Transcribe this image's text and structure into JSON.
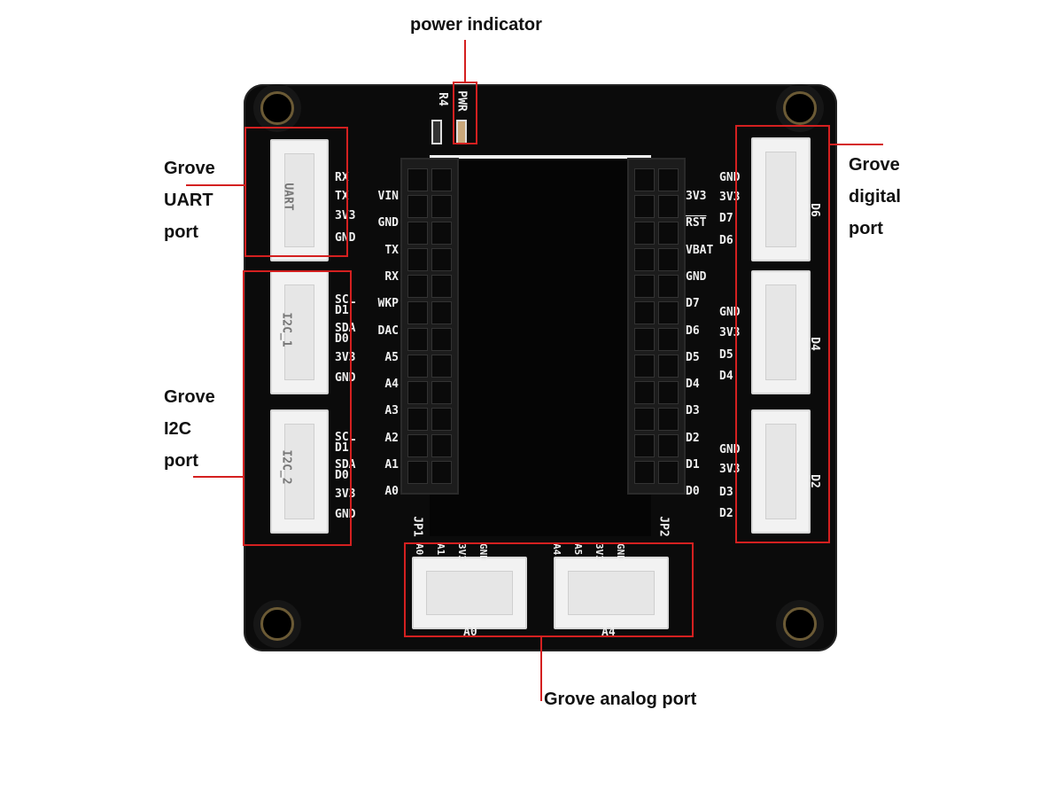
{
  "annotations": {
    "power": "power indicator",
    "uart": [
      "Grove",
      "UART",
      "port"
    ],
    "i2c": [
      "Grove",
      "I2C",
      "port"
    ],
    "digital": [
      "Grove",
      "digital",
      "port"
    ],
    "analog": "Grove analog port"
  },
  "board": {
    "top_labels": {
      "r4": "R4",
      "pwr": "PWR"
    },
    "left_header_pins": [
      "VIN",
      "GND",
      "TX",
      "RX",
      "WKP",
      "DAC",
      "A5",
      "A4",
      "A3",
      "A2",
      "A1",
      "A0"
    ],
    "right_header_pins": [
      "3V3",
      "RST",
      "VBAT",
      "GND",
      "D7",
      "D6",
      "D5",
      "D4",
      "D3",
      "D2",
      "D1",
      "D0"
    ],
    "jp1": "JP1",
    "jp2": "JP2",
    "uart": {
      "name": "UART",
      "pins": [
        "RX",
        "TX",
        "3V3",
        "GND"
      ]
    },
    "i2c_1": {
      "name": "I2C_1",
      "pins": [
        "SCL",
        "D1",
        "SDA",
        "D0",
        "3V3",
        "GND"
      ]
    },
    "i2c_2": {
      "name": "I2C_2",
      "pins": [
        "SCL",
        "D1",
        "SDA",
        "D0",
        "3V3",
        "GND"
      ]
    },
    "d6": {
      "name": "D6",
      "pins": [
        "GND",
        "3V3",
        "D7",
        "D6"
      ]
    },
    "d4": {
      "name": "D4",
      "pins": [
        "GND",
        "3V3",
        "D5",
        "D4"
      ]
    },
    "d2": {
      "name": "D2",
      "pins": [
        "GND",
        "3V3",
        "D3",
        "D2"
      ]
    },
    "a0": {
      "name": "A0",
      "pins": [
        "A0",
        "A1",
        "3V3",
        "GND"
      ]
    },
    "a4": {
      "name": "A4",
      "pins": [
        "A4",
        "A5",
        "3V3",
        "GND"
      ]
    }
  },
  "colors": {
    "highlight": "#d42020",
    "board": "#0b0b0b"
  }
}
